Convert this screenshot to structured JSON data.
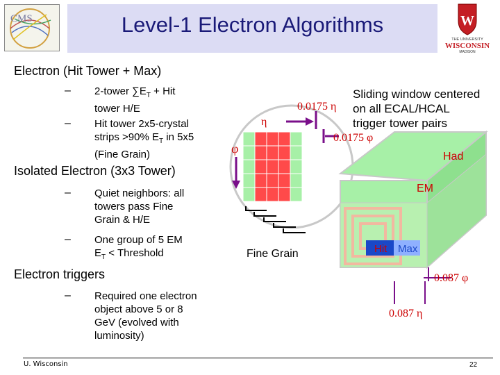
{
  "title": "Level-1 Electron Algorithms",
  "logos": {
    "cms": "CMS",
    "uw_top": "THE UNIVERSITY",
    "uw_main": "WISCONSIN",
    "uw_bottom": "MADISON"
  },
  "sections": [
    {
      "heading": "Electron (Hit Tower + Max)",
      "items": [
        {
          "dash": "–",
          "lines": [
            "2-tower ∑E",
            "T",
            " +  Hit",
            "tower H/E"
          ]
        },
        {
          "dash": "–",
          "lines": [
            "Hit  tower 2x5-crystal",
            "strips >90% E",
            "T",
            " in 5x5",
            "(Fine Grain)"
          ]
        }
      ]
    },
    {
      "heading": "Isolated Electron (3x3 Tower)",
      "items": [
        {
          "dash": "–",
          "lines": [
            "Quiet neighbors: all",
            "towers pass Fine",
            "Grain & H/E"
          ]
        },
        {
          "dash": "–",
          "lines": [
            "One group of 5 EM",
            "E",
            "T",
            " < Threshold"
          ]
        }
      ]
    },
    {
      "heading": "Electron triggers",
      "items": [
        {
          "dash": "–",
          "lines": [
            "Required one electron",
            "object above 5 or 8",
            "GeV (evolved with",
            "luminosity)"
          ]
        }
      ]
    }
  ],
  "diagram": {
    "sliding_window": [
      "Sliding window centered",
      "on all ECAL/HCAL",
      "trigger tower pairs"
    ],
    "eta_width": "0.0175 η",
    "phi_width": "0.0175 φ",
    "eta_symbol": "η",
    "phi_symbol": "φ",
    "had_label": "Had",
    "em_label": "EM",
    "hit_label": "Hit",
    "max_label": "Max",
    "fine_grain_label": "Fine Grain",
    "tower_phi": "0.087 φ",
    "tower_eta": "0.087 η"
  },
  "footer": {
    "left": "U. Wisconsin",
    "page": "22"
  },
  "colors": {
    "title_text": "#1a1a78",
    "title_bg": "#dcdcf4",
    "red_label": "#cc0000",
    "crystal_red": "#ff4a4a",
    "tower_green": "#a7f0a7",
    "em_pink": "#f2b8a0",
    "hit_blue": "#1a48c8",
    "arrow_purple": "#7a0f8a"
  }
}
